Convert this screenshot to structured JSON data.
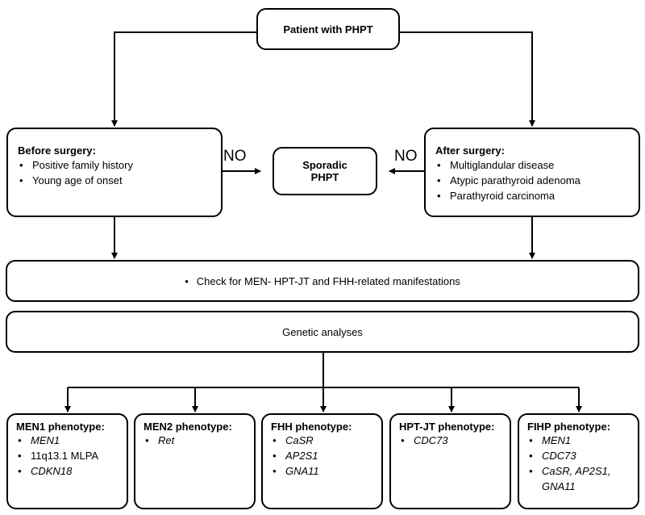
{
  "top": {
    "title": "Patient with PHPT"
  },
  "before": {
    "title": "Before surgery:",
    "items": [
      "Positive family history",
      "Young age of onset"
    ]
  },
  "after": {
    "title": "After surgery:",
    "items": [
      "Multiglandular disease",
      "Atypic parathyroid adenoma",
      "Parathyroid carcinoma"
    ]
  },
  "sporadic": {
    "line1": "Sporadic",
    "line2": "PHPT"
  },
  "no_left": "NO",
  "no_right": "NO",
  "check": {
    "text": "Check for MEN- HPT-JT and FHH-related manifestations"
  },
  "genetic": {
    "text": "Genetic analyses"
  },
  "phenotypes": [
    {
      "title": "MEN1 phenotype:",
      "items": [
        "MEN1",
        "11q13.1 MLPA",
        "CDKN18"
      ]
    },
    {
      "title": "MEN2 phenotype:",
      "items": [
        "Ret"
      ]
    },
    {
      "title": "FHH phenotype:",
      "items": [
        "CaSR",
        "AP2S1",
        "GNA11"
      ]
    },
    {
      "title": "HPT-JT phenotype:",
      "items": [
        "CDC73"
      ]
    },
    {
      "title": "FIHP phenotype:",
      "items": [
        "MEN1",
        "CDC73",
        "CaSR, AP2S1, GNA11"
      ]
    }
  ]
}
